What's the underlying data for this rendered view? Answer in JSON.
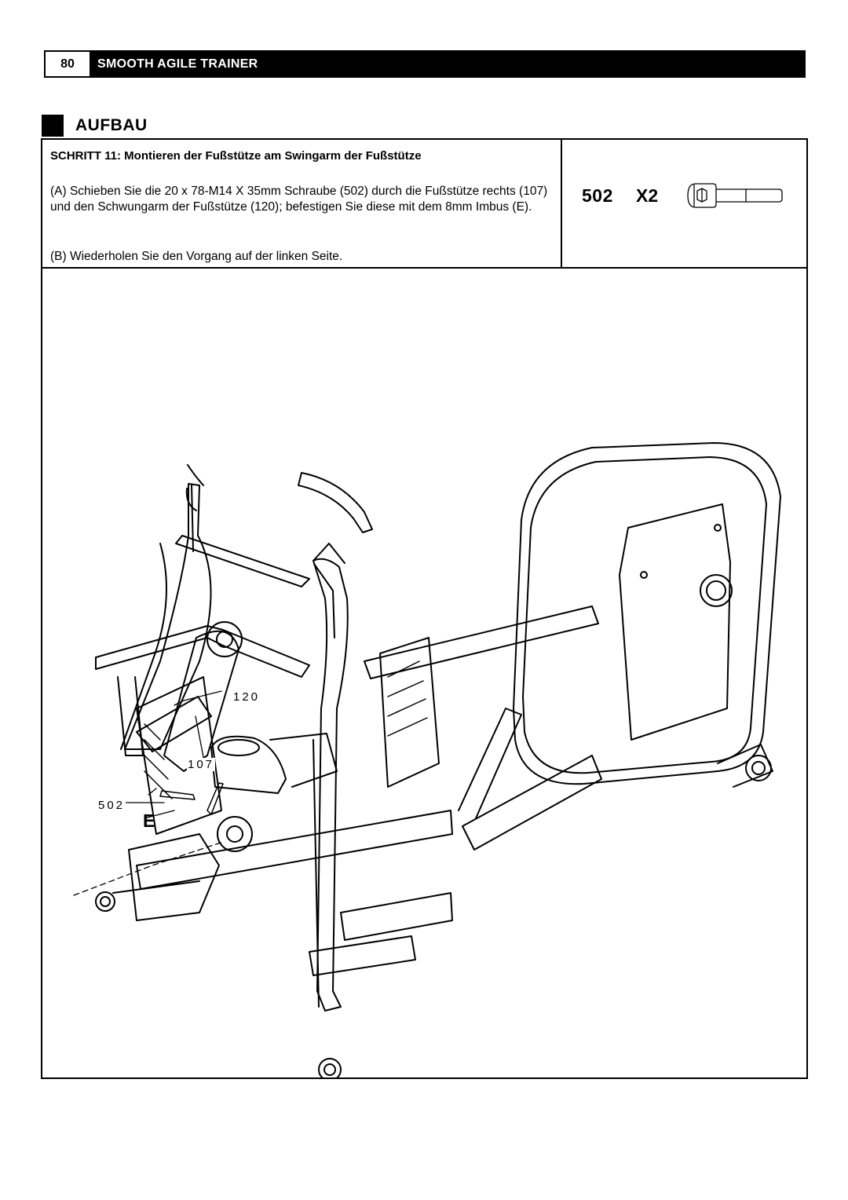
{
  "header": {
    "page_number": "80",
    "title": "SMOOTH AGILE TRAINER"
  },
  "section": {
    "title": "AUFBAU"
  },
  "step": {
    "heading": "SCHRITT 11: Montieren der Fußstütze am Swingarm der Fußstütze",
    "text_a": "(A) Schieben Sie die 20 x 78-M14 X 35mm Schraube (502) durch die Fußstütze rechts (107) und den Schwungarm der Fußstütze (120); befestigen Sie diese mit dem 8mm Imbus (E).",
    "text_b": "(B) Wiederholen Sie den Vorgang auf der linken Seite."
  },
  "parts": {
    "part_id": "502",
    "quantity": "X2",
    "icon": "hex-socket-bolt-icon"
  },
  "diagram": {
    "callouts": {
      "swing_arm": "120",
      "foot_rest": "107",
      "bolt": "502",
      "hex_key": "E"
    },
    "icon": "elliptical-trainer-assembly-drawing"
  }
}
